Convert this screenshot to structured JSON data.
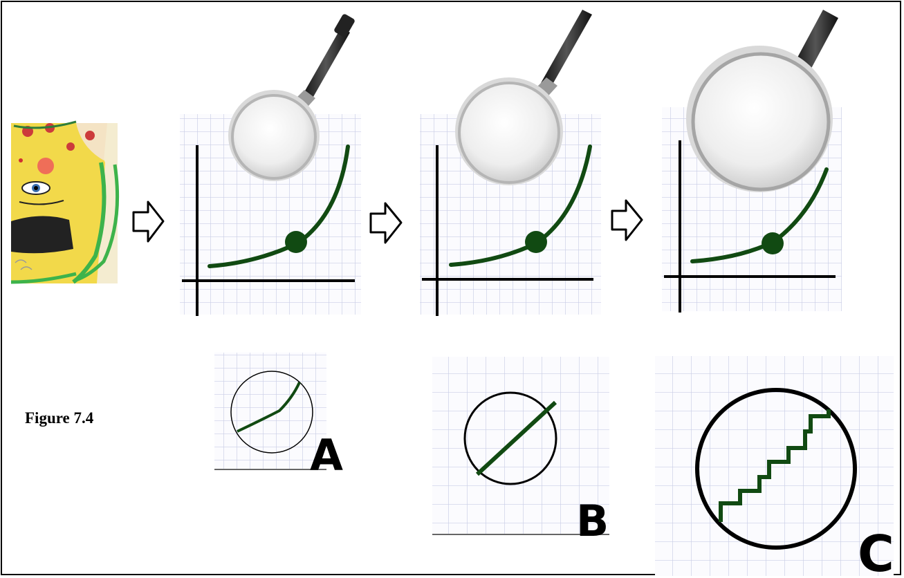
{
  "figure": {
    "label": "Figure 7.4"
  },
  "panels": [
    {
      "letter": "A"
    },
    {
      "letter": "B"
    },
    {
      "letter": "C"
    }
  ],
  "colors": {
    "curve": "#114a12",
    "grid": "#c9cde6",
    "axis": "#000000",
    "doll_green": "#3db34b",
    "doll_yellow": "#f2d94a"
  },
  "icons": [
    "magnifying-glass-icon",
    "arrow-right-icon"
  ]
}
